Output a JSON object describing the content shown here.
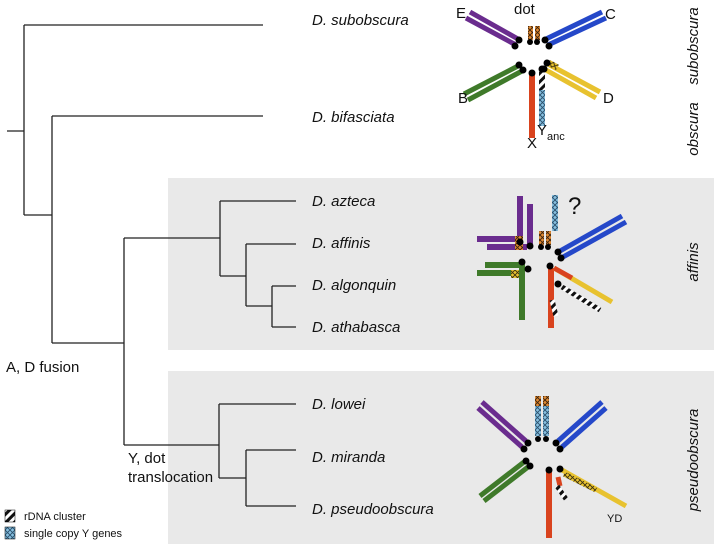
{
  "species": {
    "subobscura": "D. subobscura",
    "bifasciata": "D. bifasciata",
    "azteca": "D. azteca",
    "affinis": "D. affinis",
    "algonquin": "D. algonquin",
    "athabasca": "D. athabasca",
    "lowei": "D. lowei",
    "miranda": "D. miranda",
    "pseudoobscura": "D. pseudoobscura"
  },
  "groups": {
    "subobscura": "subobscura",
    "obscura": "obscura",
    "affinis": "affinis",
    "pseudoobscura": "pseudoobscura"
  },
  "events": {
    "ad_fusion": "A, D fusion",
    "y_dot_line1": "Y, dot",
    "y_dot_line2": "translocation"
  },
  "chrom_labels": {
    "dot": "dot",
    "E": "E",
    "C": "C",
    "B": "B",
    "D": "D",
    "X": "X",
    "Y": "Y",
    "anc": "anc",
    "question": "?",
    "YD": "YD"
  },
  "legend": {
    "rdna": "rDNA cluster",
    "single_copy": "single copy Y genes"
  },
  "colors": {
    "E": "#6a2c8e",
    "C": "#2548c9",
    "B": "#3f7a2a",
    "D": "#e8c22f",
    "X": "#d9431e",
    "Y": "#86c0e0",
    "dot": "#e08a32",
    "centromere": "#000000",
    "panel": "#e9e9e9"
  }
}
